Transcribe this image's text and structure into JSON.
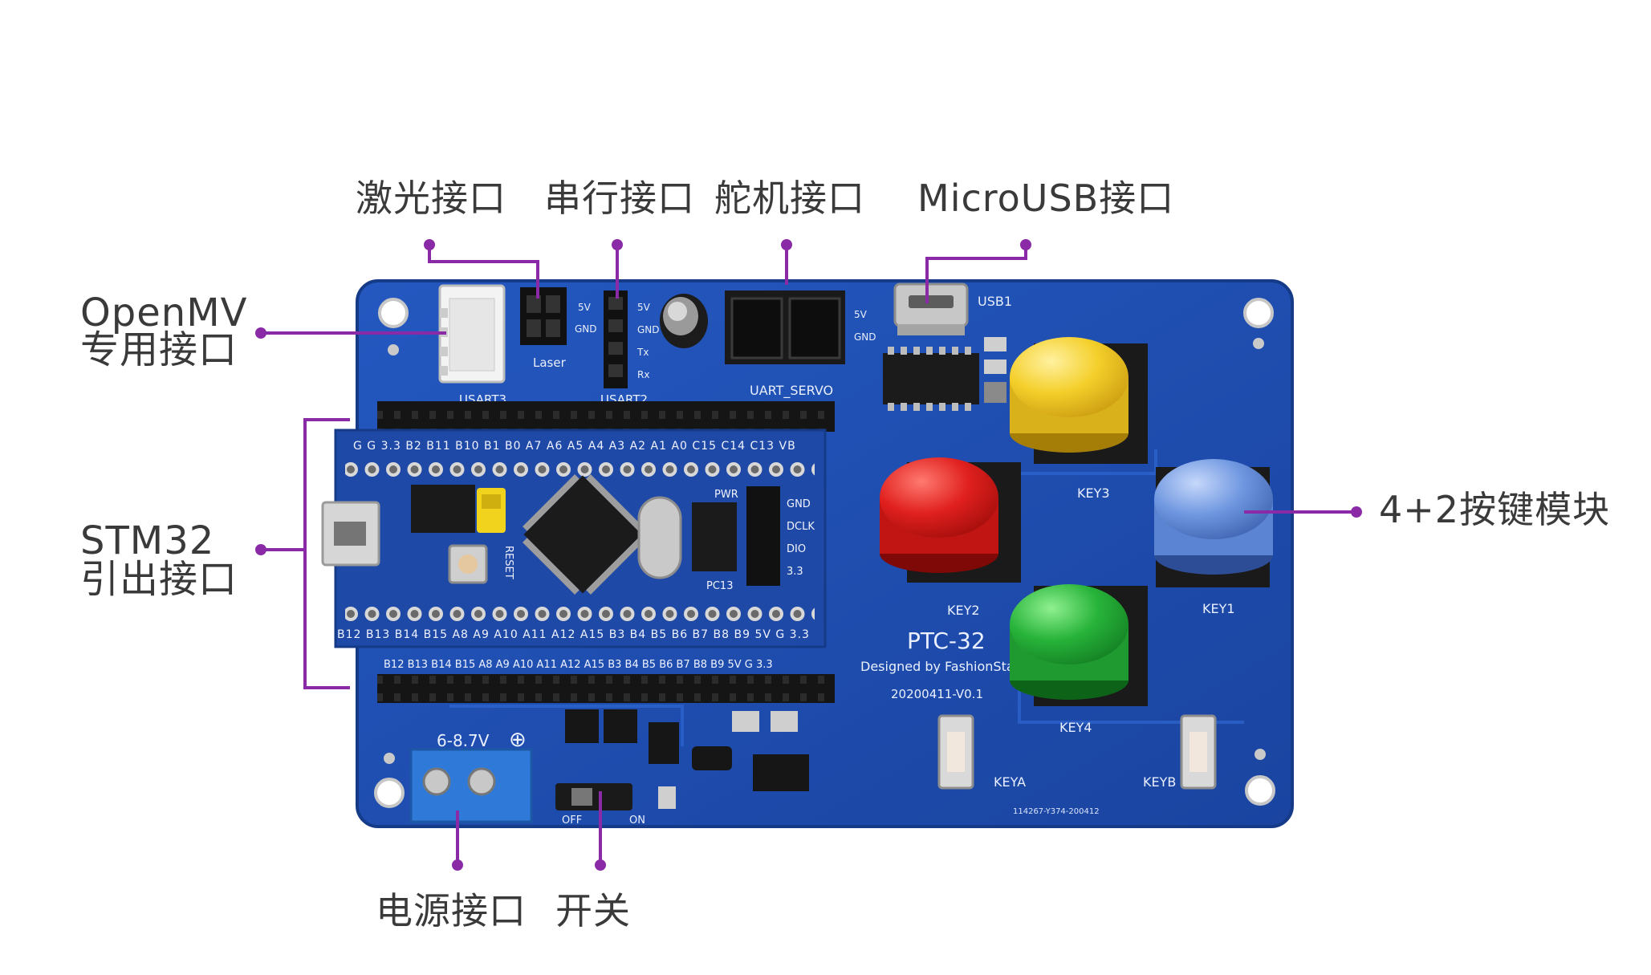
{
  "callouts": {
    "laser": "激光接口",
    "serial": "串行接口",
    "servo": "舵机接口",
    "microusb": "MicroUSB接口",
    "openmv_line1": "OpenMV",
    "openmv_line2": "专用接口",
    "stm32_line1": "STM32",
    "stm32_line2": "引出接口",
    "keys": "4+2按键模块",
    "power": "电源接口",
    "switch": "开关"
  },
  "board": {
    "silk_usart3": "USART3",
    "silk_usart2": "USART2",
    "silk_laser": "Laser",
    "silk_uart_servo": "UART_SERVO",
    "silk_usb1": "USB1",
    "silk_5v_a": "5V",
    "silk_gnd_a": "GND",
    "silk_5v_b": "5V",
    "silk_gnd_b": "GND",
    "silk_tx": "Tx",
    "silk_rx": "Rx",
    "silk_5v_c": "5V",
    "silk_gnd_c": "GND",
    "silk_key1": "KEY1",
    "silk_key2": "KEY2",
    "silk_key3": "KEY3",
    "silk_key4": "KEY4",
    "silk_keya": "KEYA",
    "silk_keyb": "KEYB",
    "silk_model": "PTC-32",
    "silk_designed": "Designed by FashionStar",
    "silk_version": "20200411-V0.1",
    "silk_voltage": "6-8.7V",
    "silk_plus": "⊕",
    "silk_off": "OFF",
    "silk_on": "ON",
    "silk_serial_code": "114267-Y374-200412",
    "pin_row_top": "G  G  3.3  B2 B11 B10 B1  B0  A7  A6  A5  A4  A3  A2  A1  A0 C15 C14 C13 VB",
    "pin_row_bottom": "B12 B13 B14 B15 A8  A9 A10 A11 A12 A15 B3  B4  B5  B6  B7  B8  B9  5V  G  3.3",
    "pin_row_base": "B12 B13 B14 B15  A8  A9  A10 A11 A12 A15  B3  B4  B5  B6  B7  B8  B9  5V  G  3.3",
    "bp_gnd": "GND",
    "bp_dclk": "DCLK",
    "bp_dio": "DIO",
    "bp_33": "3.3",
    "bp_reset": "RESET",
    "bp_pc13": "PC13",
    "bp_pwr": "PWR"
  },
  "colors": {
    "accent_line": "#8a2aa6",
    "pcb": "#1f4fae",
    "key_yellow": "#f4cf2a",
    "key_red": "#e0201e",
    "key_blue": "#6f97e0",
    "key_green": "#27b33a"
  }
}
